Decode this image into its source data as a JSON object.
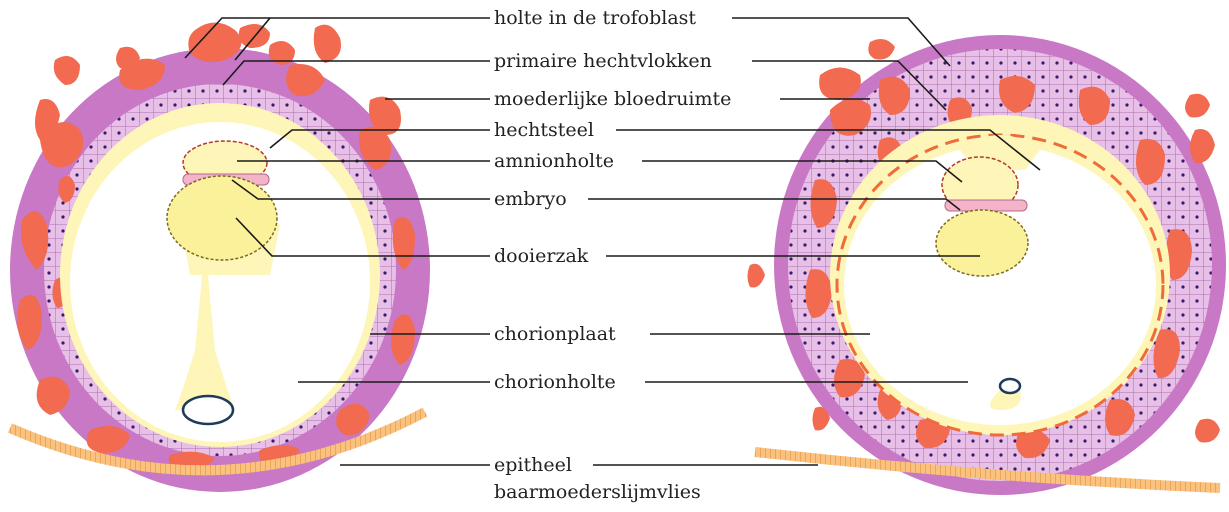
{
  "labels": {
    "holte_trofoblast": "holte in de trofoblast",
    "primaire_hechtvlokken": "primaire hechtvlokken",
    "moederlijke_bloedruimte": "moederlijke bloedruimte",
    "hechtsteel": "hechtsteel",
    "amnionholte": "amnionholte",
    "embryo": "embryo",
    "dooierzak": "dooierzak",
    "chorionplaat": "chorionplaat",
    "chorionholte": "chorionholte",
    "epitheel_line1": "epitheel",
    "epitheel_line2": "baarmoederslijmvlies"
  },
  "colors": {
    "trophoblast_outer": "#cc7bc8",
    "trophoblast_cells": "#e6b9e4",
    "blood": "#f26a4f",
    "cavity_yellow": "#fdf6b8",
    "cell_nucleus": "#3a1b6b",
    "epithelium": "#f7b46a",
    "leader_line": "#1a1a1a"
  }
}
